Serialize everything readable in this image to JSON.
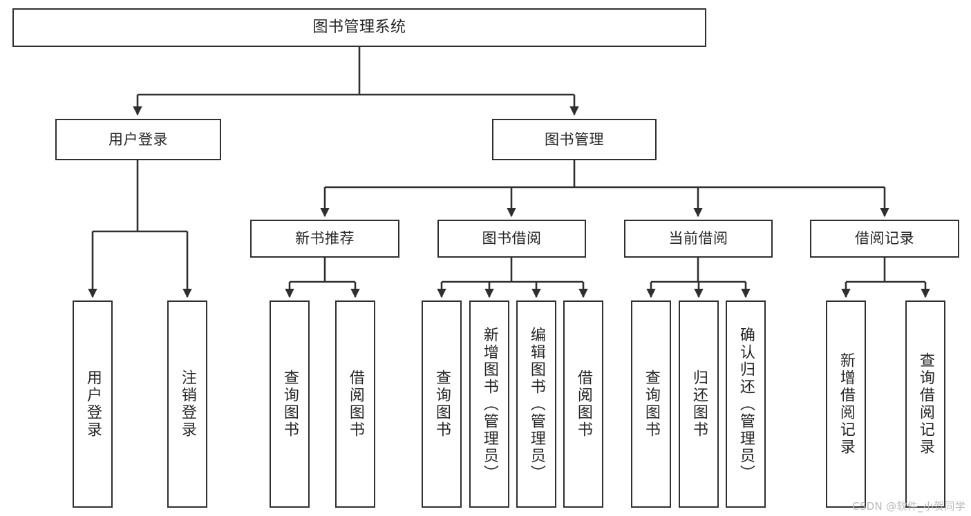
{
  "diagram": {
    "title": "图书管理系统",
    "type": "tree",
    "background": "#ffffff",
    "line_color": "#2f2f2f",
    "box_border_color": "#2f2f2f",
    "text_color": "#262626"
  },
  "root": {
    "label": "图书管理系统"
  },
  "level1": [
    {
      "label": "用户登录"
    },
    {
      "label": "图书管理"
    }
  ],
  "level2": [
    {
      "label": "新书推荐"
    },
    {
      "label": "图书借阅"
    },
    {
      "label": "当前借阅"
    },
    {
      "label": "借阅记录"
    }
  ],
  "leaves": {
    "user_login": [
      {
        "label": "用户登录"
      },
      {
        "label": "注销登录"
      }
    ],
    "new_book_recommend": [
      {
        "label": "查询图书"
      },
      {
        "label": "借阅图书"
      }
    ],
    "book_borrow": [
      {
        "label": "查询图书"
      },
      {
        "label": "新增图书（管理员）"
      },
      {
        "label": "编辑图书（管理员）"
      },
      {
        "label": "借阅图书"
      }
    ],
    "current_borrow": [
      {
        "label": "查询图书"
      },
      {
        "label": "归还图书"
      },
      {
        "label": "确认归还（管理员）"
      }
    ],
    "borrow_record": [
      {
        "label": "新增借阅记录"
      },
      {
        "label": "查询借阅记录"
      }
    ]
  },
  "watermark": {
    "text": "CSDN @软件_小贺同学"
  }
}
